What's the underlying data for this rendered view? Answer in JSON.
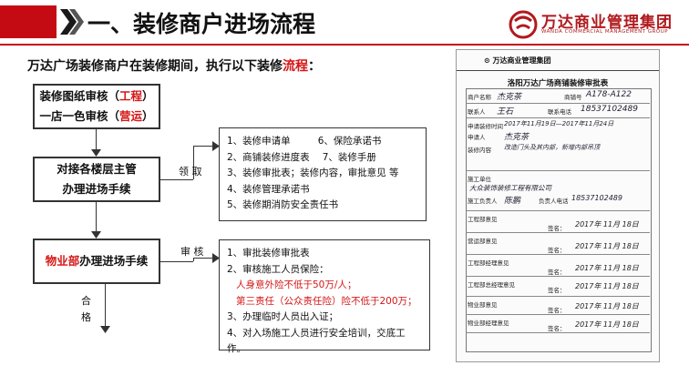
{
  "header": {
    "title": "一、装修商户进场流程",
    "logo_cn": "万达商业管理集团",
    "logo_en": "WANDA COMMERCIAL MANAGEMENT GROUP"
  },
  "intro": {
    "text_prefix": "万达广场装修商户在装修期间，执行以下装修",
    "highlight": "流程",
    "text_suffix": "："
  },
  "flow": {
    "box1": {
      "line1_prefix": "装修图纸审核（",
      "line1_red": "工程",
      "line1_suffix": "）",
      "line2_prefix": "一店一色审核（",
      "line2_red": "营运",
      "line2_suffix": "）"
    },
    "box2": {
      "line1": "对接各楼层主管",
      "line2": "办理进场手续"
    },
    "box3": {
      "red": "物业部",
      "text": "办理进场手续"
    },
    "label_pickup": "领 取",
    "label_review": "审 核",
    "label_pass_1": "合",
    "label_pass_2": "格",
    "pickup_items": [
      "1、装修申请单",
      "6、保险承诺书",
      "2、商铺装修进度表",
      "7、装修手册",
      "3、装修审批表；装修内容，审批意见 等",
      "4、装修管理承诺书",
      "5、装修期消防安全责任书"
    ],
    "review_items": [
      "1、审批装修审批表",
      "2、审核施工人员保险：",
      "人身意外险不低于50万/人；",
      "第三责任（公众责任险）险不低于200万；",
      "3、办理临时人员出入证；",
      "4、对入场施工人员进行安全培训，交底工作。"
    ]
  },
  "doc": {
    "logo": "万达商业管理集团",
    "title": "洛阳万达广场商铺装修审批表",
    "rows": [
      {
        "label": "商户名称",
        "value": "杰克茶"
      },
      {
        "label": "商铺号",
        "value": "A178-A122"
      },
      {
        "label": "联系人",
        "value": "王石"
      },
      {
        "label": "联系电话",
        "value": "18537102489"
      },
      {
        "label": "申请装修时间",
        "value": "2017年11月19日—2017年11月24日"
      },
      {
        "label": "申请人",
        "value": "杰克茶"
      },
      {
        "label": "装修内容",
        "value": "改造门头及其内部，新增内部吊顶"
      },
      {
        "label": "施工单位",
        "value": "大众装饰装修工程有限公司"
      },
      {
        "label": "施工负责人",
        "value": "陈鹏"
      },
      {
        "label": "负责人电话",
        "value": "18537102489"
      }
    ],
    "sign_label": "签名：",
    "date_tail": "2017年 11月 18日",
    "sections": [
      "工程部意见",
      "营运部意见",
      "工程部经理意见",
      "工程部总经理意见",
      "物业部意见",
      "物业部经理意见"
    ]
  }
}
